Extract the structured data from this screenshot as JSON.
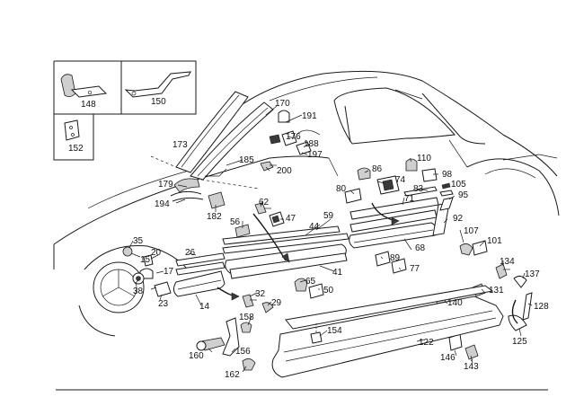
{
  "callouts": [
    {
      "id": "l148",
      "text": "148"
    },
    {
      "id": "l150",
      "text": "150"
    },
    {
      "id": "l152",
      "text": "152"
    },
    {
      "id": "l170",
      "text": "170"
    },
    {
      "id": "l173",
      "text": "173"
    },
    {
      "id": "l191",
      "text": "191"
    },
    {
      "id": "l176",
      "text": "176"
    },
    {
      "id": "l188",
      "text": "188"
    },
    {
      "id": "l197",
      "text": "197"
    },
    {
      "id": "l185",
      "text": "185"
    },
    {
      "id": "l200",
      "text": "200"
    },
    {
      "id": "l179",
      "text": "179"
    },
    {
      "id": "l194",
      "text": "194"
    },
    {
      "id": "l182",
      "text": "182"
    },
    {
      "id": "l62",
      "text": "62"
    },
    {
      "id": "l47",
      "text": "47"
    },
    {
      "id": "l56",
      "text": "56"
    },
    {
      "id": "l59",
      "text": "59"
    },
    {
      "id": "l44",
      "text": "44"
    },
    {
      "id": "l80",
      "text": "80"
    },
    {
      "id": "l86",
      "text": "86"
    },
    {
      "id": "l74",
      "text": "74"
    },
    {
      "id": "l110",
      "text": "110"
    },
    {
      "id": "l98",
      "text": "98"
    },
    {
      "id": "l83",
      "text": "83"
    },
    {
      "id": "l105",
      "text": "105"
    },
    {
      "id": "l95",
      "text": "95"
    },
    {
      "id": "l71",
      "text": "71"
    },
    {
      "id": "l92",
      "text": "92"
    },
    {
      "id": "l68",
      "text": "68"
    },
    {
      "id": "l35",
      "text": "35"
    },
    {
      "id": "l20",
      "text": "20"
    },
    {
      "id": "l26",
      "text": "26"
    },
    {
      "id": "l17",
      "text": "17"
    },
    {
      "id": "l41",
      "text": "41"
    },
    {
      "id": "l89",
      "text": "89"
    },
    {
      "id": "l77",
      "text": "77"
    },
    {
      "id": "l107",
      "text": "107"
    },
    {
      "id": "l101",
      "text": "101"
    },
    {
      "id": "l15",
      "text": "15"
    },
    {
      "id": "l38",
      "text": "38"
    },
    {
      "id": "l23",
      "text": "23"
    },
    {
      "id": "l65",
      "text": "65"
    },
    {
      "id": "l50",
      "text": "50"
    },
    {
      "id": "l134",
      "text": "134"
    },
    {
      "id": "l137",
      "text": "137"
    },
    {
      "id": "l14",
      "text": "14"
    },
    {
      "id": "l32",
      "text": "32"
    },
    {
      "id": "l29",
      "text": "29"
    },
    {
      "id": "l131",
      "text": "131"
    },
    {
      "id": "l140",
      "text": "140"
    },
    {
      "id": "l128",
      "text": "128"
    },
    {
      "id": "l158",
      "text": "158"
    },
    {
      "id": "l154",
      "text": "154"
    },
    {
      "id": "l122",
      "text": "122"
    },
    {
      "id": "l125",
      "text": "125"
    },
    {
      "id": "l156",
      "text": "156"
    },
    {
      "id": "l160",
      "text": "160"
    },
    {
      "id": "l146",
      "text": "146"
    },
    {
      "id": "l143",
      "text": "143"
    },
    {
      "id": "l162",
      "text": "162"
    }
  ]
}
